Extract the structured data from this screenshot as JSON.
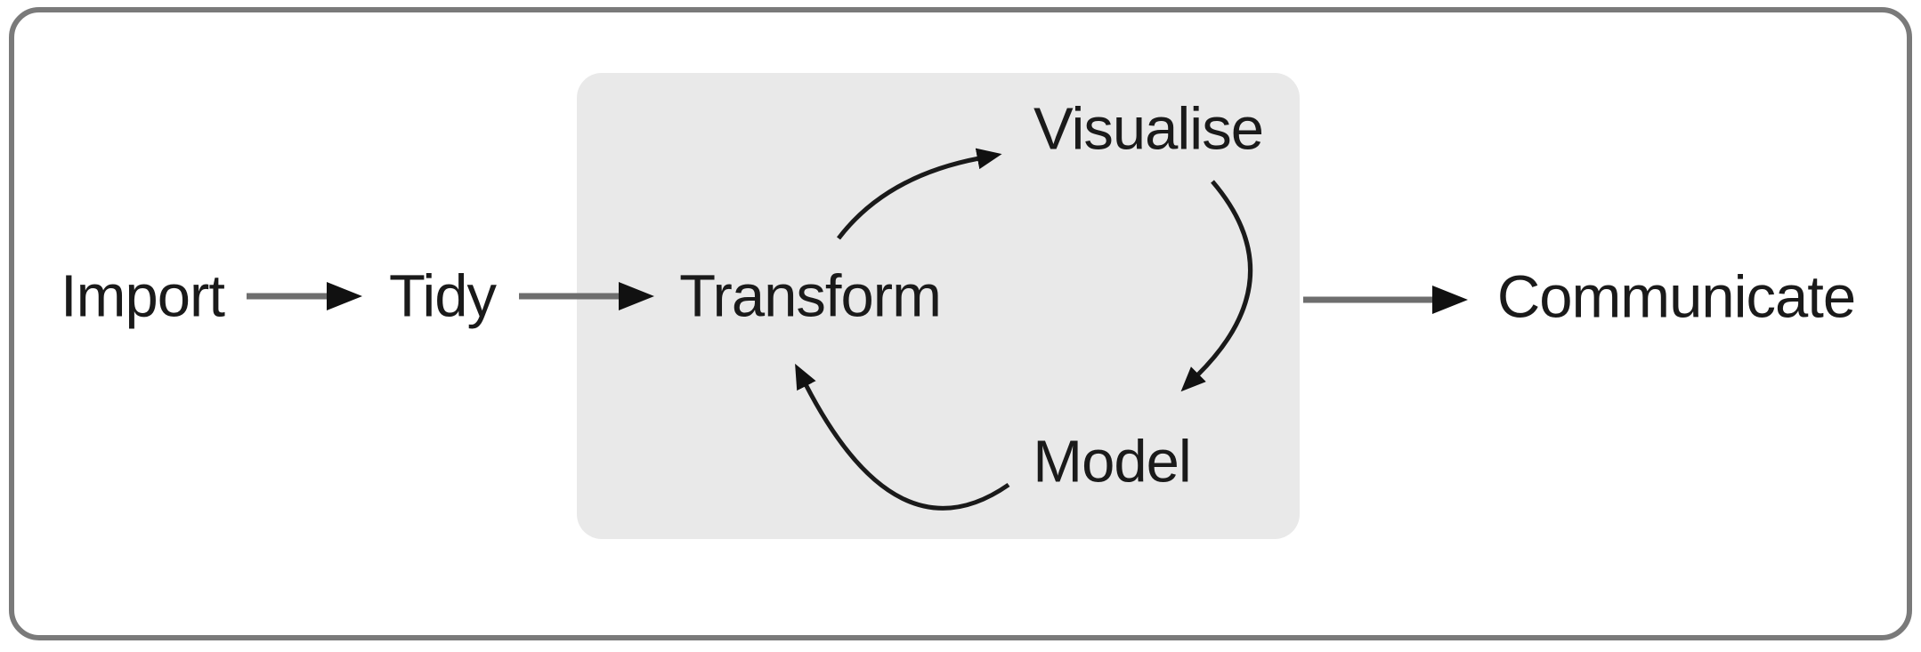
{
  "diagram": {
    "type": "flowchart",
    "description": "Data science workflow diagram",
    "nodes": [
      {
        "id": "import",
        "label": "Import"
      },
      {
        "id": "tidy",
        "label": "Tidy"
      },
      {
        "id": "transform",
        "label": "Transform"
      },
      {
        "id": "visualise",
        "label": "Visualise"
      },
      {
        "id": "model",
        "label": "Model"
      },
      {
        "id": "communicate",
        "label": "Communicate"
      }
    ],
    "edges": [
      {
        "from": "import",
        "to": "tidy",
        "style": "straight"
      },
      {
        "from": "tidy",
        "to": "transform",
        "style": "straight"
      },
      {
        "from": "transform",
        "to": "visualise",
        "style": "curved"
      },
      {
        "from": "visualise",
        "to": "model",
        "style": "curved"
      },
      {
        "from": "model",
        "to": "transform",
        "style": "curved"
      },
      {
        "from": "understand-box",
        "to": "communicate",
        "style": "straight"
      }
    ],
    "colors": {
      "background": "#ffffff",
      "frame_border": "#7a7a7a",
      "box_fill": "#e9e9e9",
      "text": "#1a1a1a",
      "straight_line": "#6e6e6e",
      "curve_line": "#1a1a1a",
      "arrowhead": "#111111"
    }
  }
}
